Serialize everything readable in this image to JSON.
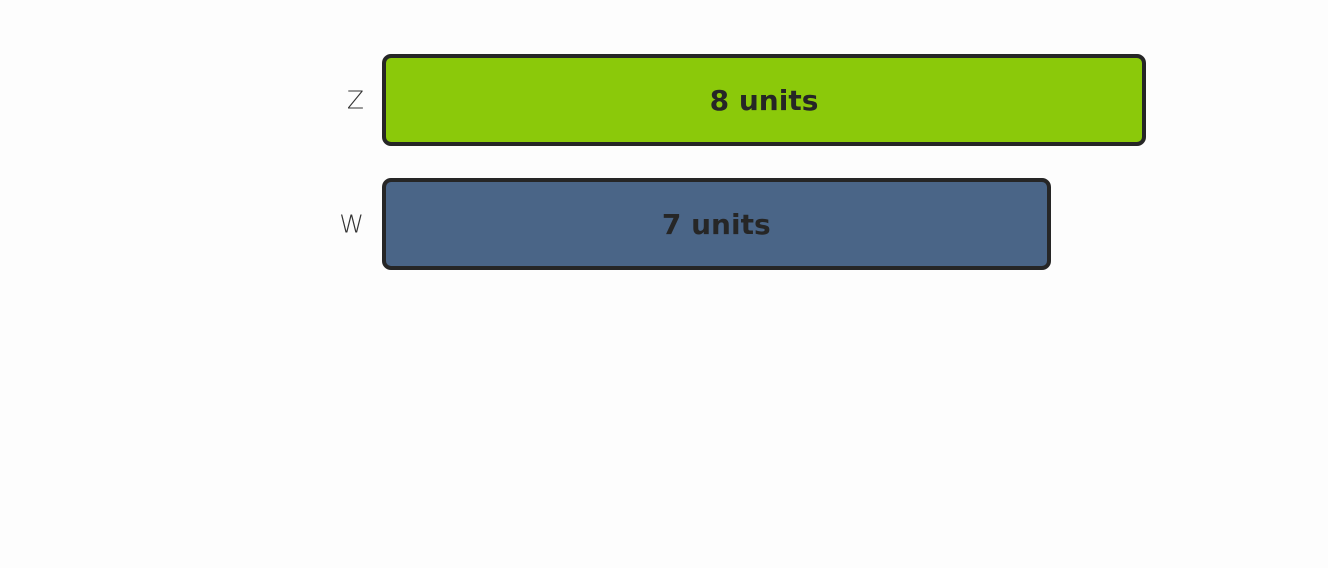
{
  "chart_data": {
    "type": "bar",
    "orientation": "horizontal",
    "categories": [
      "Z",
      "W"
    ],
    "values": [
      8,
      7
    ],
    "value_labels": [
      "8 units",
      "7 units"
    ],
    "colors": [
      "#8bc90a",
      "#4a6587"
    ],
    "title": "",
    "xlabel": "",
    "ylabel": "",
    "xlim": [
      0,
      8
    ],
    "grid": false
  }
}
